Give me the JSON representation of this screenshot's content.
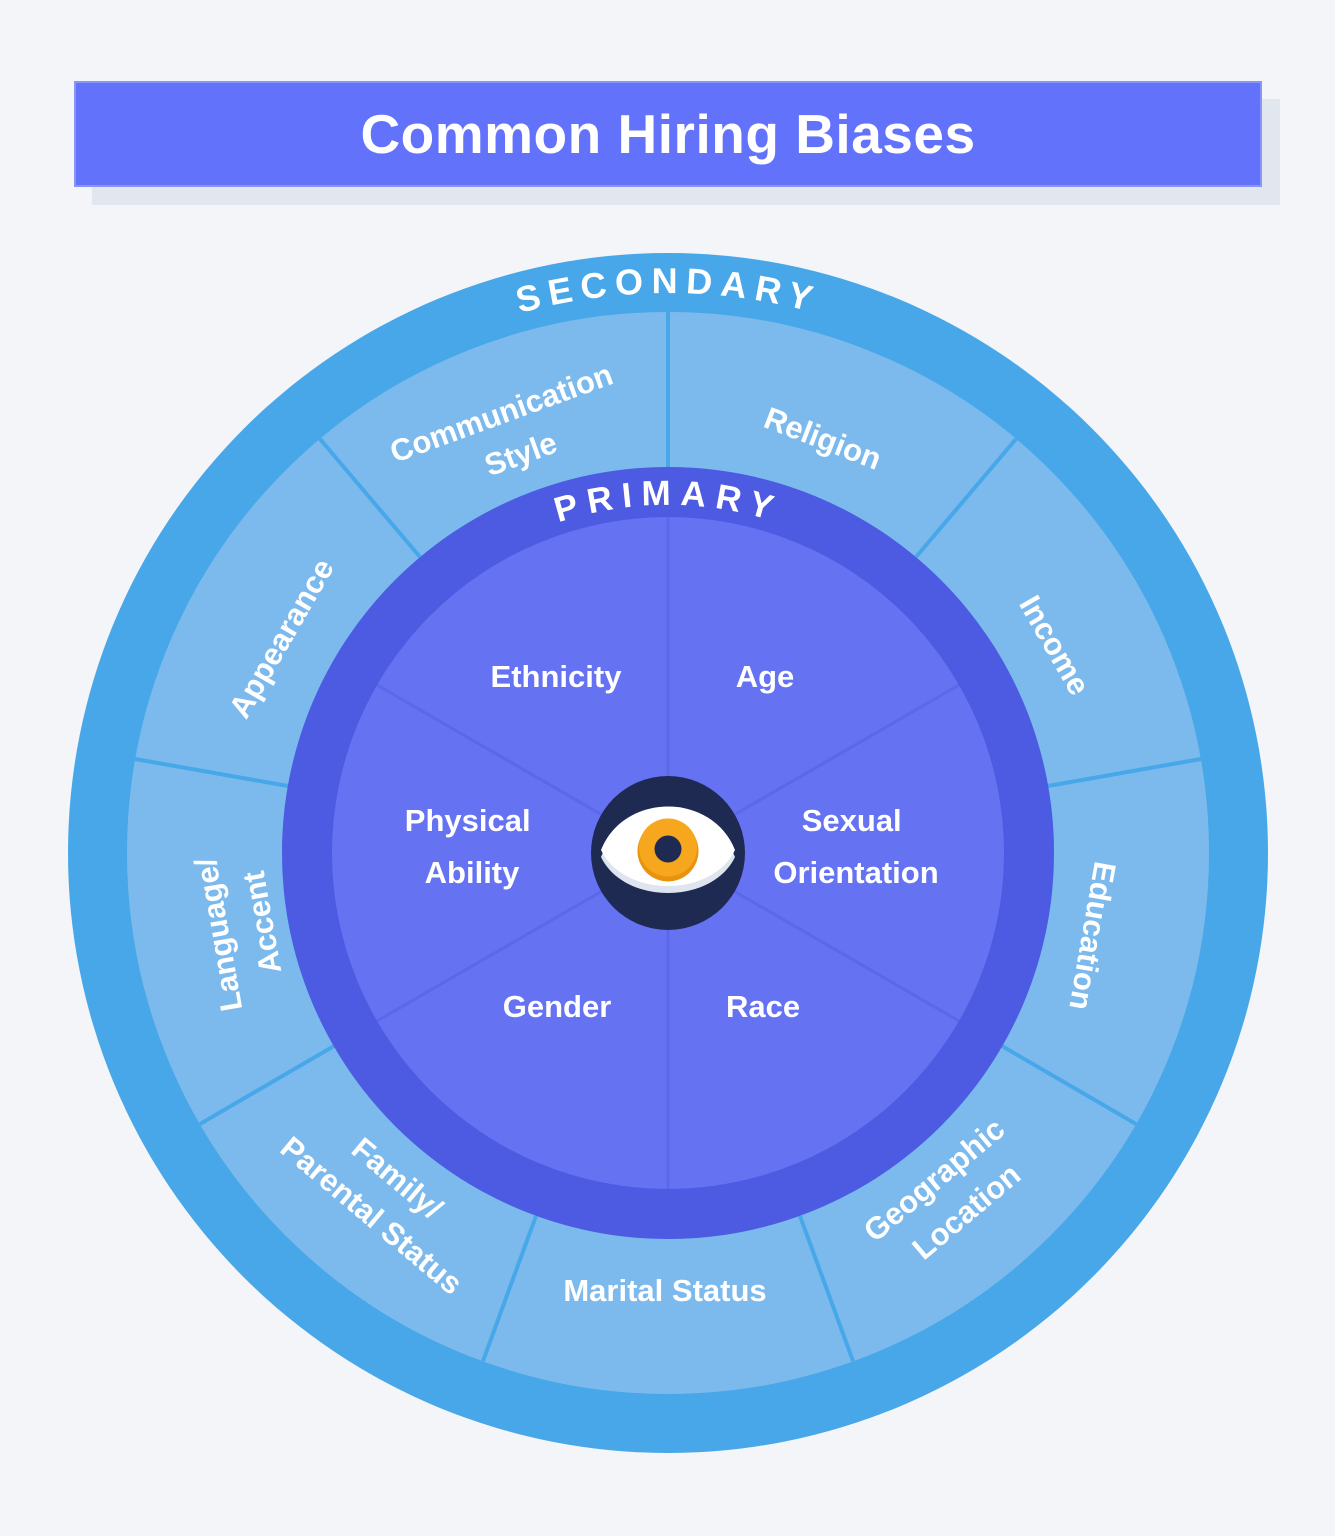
{
  "title": "Common Hiring Biases",
  "wheel": {
    "secondary": {
      "label": "SECONDARY",
      "segments": [
        {
          "lines": [
            "Communication",
            "Style"
          ]
        },
        {
          "lines": [
            "Religion"
          ]
        },
        {
          "lines": [
            "Income"
          ]
        },
        {
          "lines": [
            "Education"
          ]
        },
        {
          "lines": [
            "Geographic",
            "Location"
          ]
        },
        {
          "lines": [
            "Marital Status"
          ]
        },
        {
          "lines": [
            "Family/",
            "Parental Status"
          ]
        },
        {
          "lines": [
            "Language/",
            "Accent"
          ]
        },
        {
          "lines": [
            "Appearance"
          ]
        }
      ]
    },
    "primary": {
      "label": "PRIMARY",
      "segments": [
        {
          "lines": [
            "Ethnicity"
          ]
        },
        {
          "lines": [
            "Age"
          ]
        },
        {
          "lines": [
            "Sexual",
            "Orientation"
          ]
        },
        {
          "lines": [
            "Race"
          ]
        },
        {
          "lines": [
            "Gender"
          ]
        },
        {
          "lines": [
            "Physical",
            "Ability"
          ]
        }
      ]
    },
    "center_icon": "eye-icon"
  },
  "colors": {
    "background": "#f3f5f9",
    "banner": "#6372fb",
    "banner_shadow": "#e2e6ee",
    "secondary_ring": "#47a7e8",
    "secondary_segment": "#7cbaee",
    "primary_ring": "#4d5ae2",
    "primary_segment": "#6572f2",
    "center_navy": "#1e2a52",
    "iris_orange": "#f7a71e",
    "label_text": "#ffffff"
  }
}
